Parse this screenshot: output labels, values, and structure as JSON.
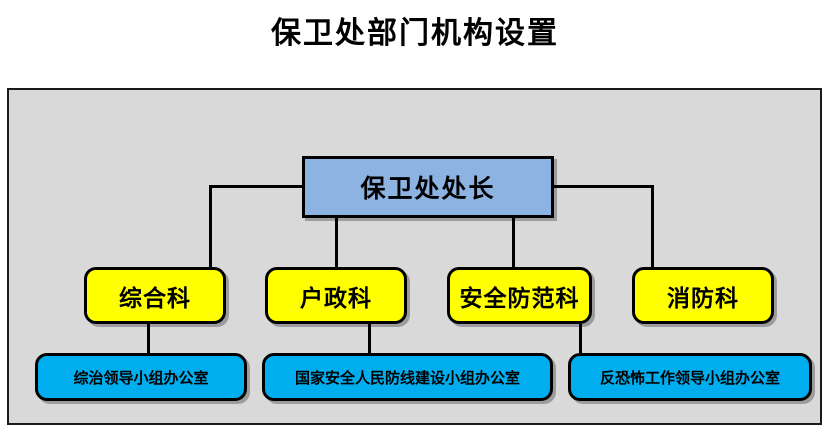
{
  "title": "保卫处部门机构设置",
  "diagram": {
    "type": "org-chart",
    "background_color": "#d9d9d9",
    "frame_border_color": "#1a1a1a",
    "root": {
      "label": "保卫处处长",
      "fill_color": "#8cb3e2",
      "border_color": "#000000",
      "shape": "rectangle"
    },
    "departments": [
      {
        "label": "综合科",
        "fill_color": "#ffff00",
        "border_color": "#000000",
        "shape": "rounded-rectangle"
      },
      {
        "label": "户政科",
        "fill_color": "#ffff00",
        "border_color": "#000000",
        "shape": "rounded-rectangle"
      },
      {
        "label": "安全防范科",
        "fill_color": "#ffff00",
        "border_color": "#000000",
        "shape": "rounded-rectangle"
      },
      {
        "label": "消防科",
        "fill_color": "#ffff00",
        "border_color": "#000000",
        "shape": "rounded-rectangle"
      }
    ],
    "offices": [
      {
        "label": "综治领导小组办公室",
        "fill_color": "#00aeef",
        "border_color": "#000000",
        "shape": "rounded-rectangle",
        "parent": "综合科"
      },
      {
        "label": "国家安全人民防线建设小组办公室",
        "fill_color": "#00aeef",
        "border_color": "#000000",
        "shape": "rounded-rectangle",
        "parent": "户政科"
      },
      {
        "label": "反恐怖工作领导小组办公室",
        "fill_color": "#00aeef",
        "border_color": "#000000",
        "shape": "rounded-rectangle",
        "parent": "安全防范科"
      }
    ]
  }
}
